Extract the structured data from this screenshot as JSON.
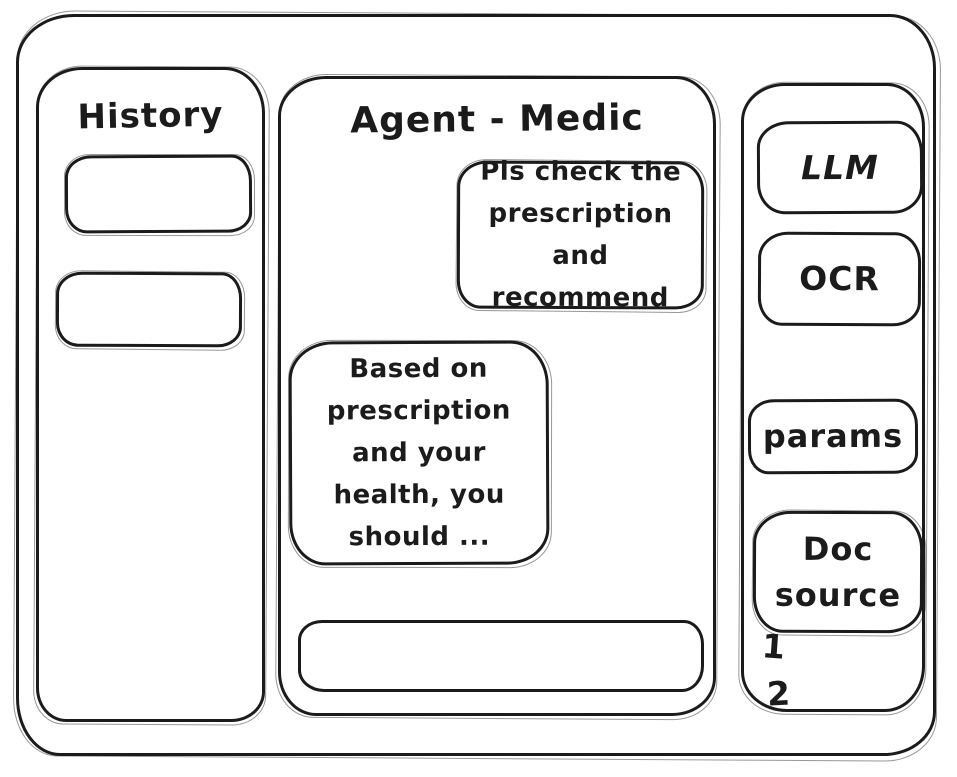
{
  "app": {
    "title": "Agent - Medic"
  },
  "history": {
    "title": "History",
    "items": [
      {
        "label": ""
      },
      {
        "label": ""
      }
    ]
  },
  "chat": {
    "title": "Agent - Medic",
    "messages": [
      {
        "role": "user",
        "text": "Pls check the prescription and recommend"
      },
      {
        "role": "assistant",
        "text": "Based on prescription and your health, you should ..."
      }
    ],
    "composer": {
      "value": "",
      "placeholder": ""
    }
  },
  "tools": {
    "buttons": [
      {
        "label": "LLM"
      },
      {
        "label": "OCR"
      },
      {
        "label": "params"
      },
      {
        "label": "Doc source"
      }
    ],
    "annotations": [
      "1",
      "2"
    ]
  },
  "colors": {
    "ink": "#1b1b1b",
    "paper": "#ffffff"
  }
}
